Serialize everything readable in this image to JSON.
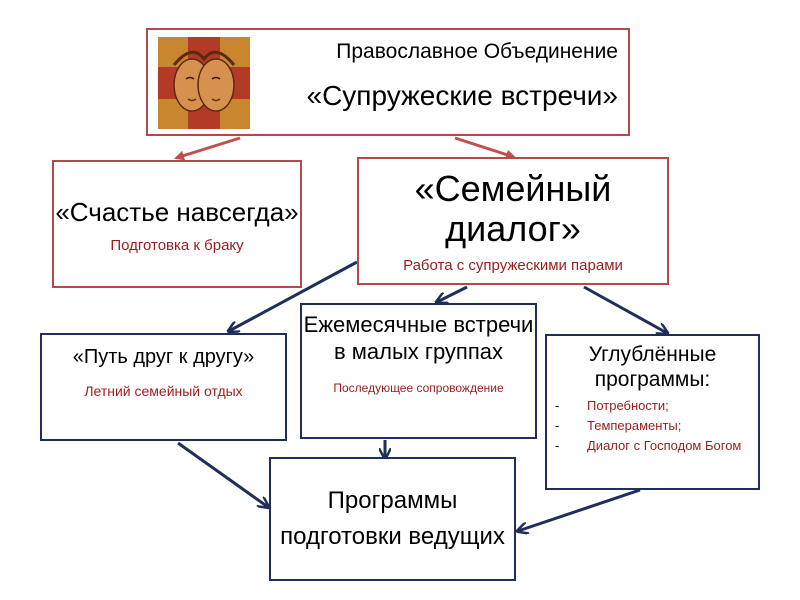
{
  "diagram": {
    "top_box": {
      "line1": "Православное Объединение",
      "line2": "«Супружеские встречи»",
      "image": "icon-image"
    },
    "happiness_box": {
      "title": "«Счастье навсегда»",
      "subtitle": "Подготовка к браку"
    },
    "dialog_box": {
      "title": "«Семейный диалог»",
      "subtitle": "Работа с супружескими парами"
    },
    "path_box": {
      "title": "«Путь друг к другу»",
      "subtitle": "Летний семейный отдых"
    },
    "monthly_box": {
      "title": "Ежемесячные встречи в малых группах",
      "subtitle": "Последующее сопровождение"
    },
    "deep_box": {
      "title": "Углублённые программы:",
      "bullet_marker": "-",
      "items": [
        "Потребности;",
        "Темпераменты;",
        "Диалог с Господом Богом"
      ]
    },
    "leaders_box": {
      "title": "Программы подготовки ведущих"
    },
    "colors": {
      "red_border": "#b5484a",
      "navy_border": "#1f2f5a",
      "subtitle_text": "#9c1c1c",
      "red_arrow": "#c0504d",
      "navy_arrow": "#1f2f5a"
    }
  }
}
